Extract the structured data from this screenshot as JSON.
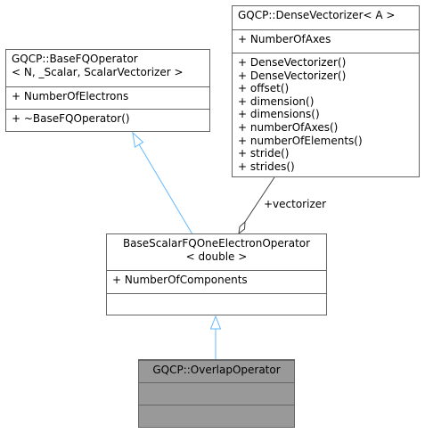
{
  "classes": {
    "dense_vectorizer": {
      "title": "GQCP::DenseVectorizer< A >",
      "attributes": [
        "+ NumberOfAxes"
      ],
      "methods": [
        "+ DenseVectorizer()",
        "+ DenseVectorizer()",
        "+ offset()",
        "+ dimension()",
        "+ dimensions()",
        "+ numberOfAxes()",
        "+ numberOfElements()",
        "+ stride()",
        "+ strides()"
      ]
    },
    "base_fq_operator": {
      "title_lines": [
        "GQCP::BaseFQOperator",
        "< N, _Scalar, ScalarVectorizer >"
      ],
      "attributes": [
        "+ NumberOfElectrons"
      ],
      "methods": [
        "+ ~BaseFQOperator()"
      ]
    },
    "base_scalar_fq_one_electron_operator": {
      "title_lines": [
        "BaseScalarFQOneElectronOperator",
        "< double >"
      ],
      "attributes": [
        "+ NumberOfComponents"
      ],
      "methods": []
    },
    "overlap_operator": {
      "title": "GQCP::OverlapOperator",
      "attributes": [],
      "methods": []
    }
  },
  "edges": {
    "vectorizer_label": "+vectorizer"
  },
  "colors": {
    "inheritance_arrow": "#63b8ff",
    "association_line": "#404040",
    "box_border": "#666666",
    "highlight_fill": "#999999"
  }
}
